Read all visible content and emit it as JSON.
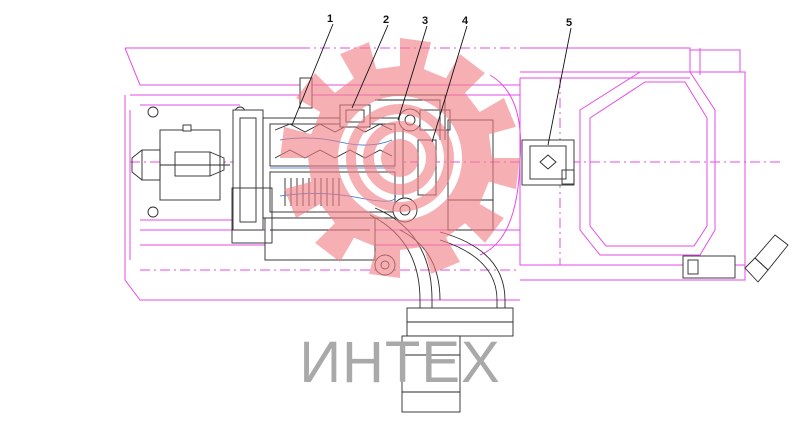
{
  "diagram": {
    "callouts": [
      {
        "id": "1",
        "label": "1"
      },
      {
        "id": "2",
        "label": "2"
      },
      {
        "id": "3",
        "label": "3"
      },
      {
        "id": "4",
        "label": "4"
      },
      {
        "id": "5",
        "label": "5"
      }
    ]
  },
  "watermark": {
    "text": "ИНТЕХ",
    "logo": "gear-logo",
    "color": "#f07f86"
  },
  "colors": {
    "frame": "#e54be5",
    "drawing": "#2a2a2a",
    "detail_blue": "#3a6fd8"
  }
}
